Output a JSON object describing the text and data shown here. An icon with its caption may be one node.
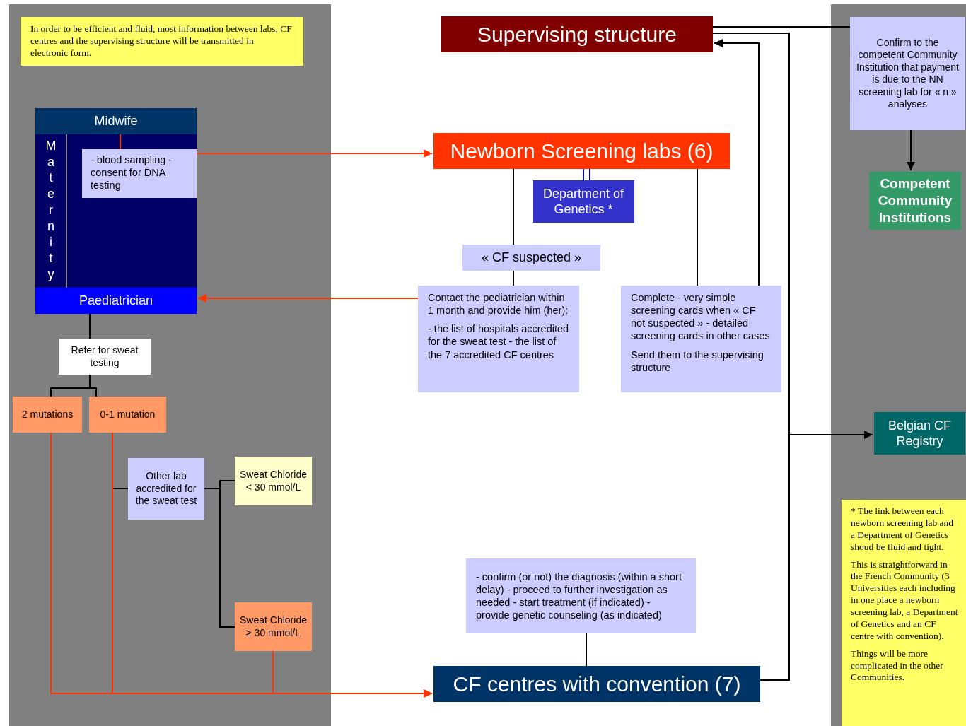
{
  "diagram": {
    "nodes": [
      {
        "text": [
          "In order to be efficient and fluid, most information between labs, CF centres and the supervising structure will be transmitted in electronic form."
        ]
      },
      {
        "text": [
          "Supervising structure"
        ]
      },
      {
        "text": [
          "Confirm to the competent Community Institution that payment is due to the NN screening lab for « n » analyses"
        ]
      },
      {
        "text": [
          "Maternity"
        ]
      },
      {
        "text": [
          "Midwife"
        ],
        "in": 3
      },
      {
        "text": [
          "- blood sampling - consent for DNA testing"
        ],
        "in": 3
      },
      {
        "text": [
          "Newborn Screening labs (6)"
        ]
      },
      {
        "text": [
          "Department of Genetics *"
        ]
      },
      {
        "text": [
          "Competent Community Institutions"
        ]
      },
      {
        "text": [
          "« CF suspected »"
        ]
      },
      {
        "text": [
          "Paediatrician"
        ],
        "in": 3
      },
      {
        "text": [
          "Contact the pediatrician within 1 month and provide him (her):",
          "- the list of hospitals accredited for the sweat test - the list of the 7 accredited CF centres"
        ]
      },
      {
        "text": [
          "Complete - very simple screening cards when « CF not suspected » - detailed screening cards in other cases",
          "Send them to the supervising structure"
        ]
      },
      {
        "text": [
          "Refer for sweat testing"
        ]
      },
      {
        "text": [
          "2 mutations"
        ]
      },
      {
        "text": [
          "0-1 mutation"
        ]
      },
      {
        "text": [
          "Belgian CF Registry"
        ]
      },
      {
        "text": [
          "Other lab accredited for the sweat test"
        ]
      },
      {
        "text": [
          "Sweat Chloride < 30 mmol/L"
        ]
      },
      {
        "text": [
          "* The link between each newborn screening lab and a Department of Genetics shoud be fluid and tight.",
          "This is straightforward in the French Community (3 Universities each including in one place a newborn screening lab, a Department of Genetics and an CF centre with convention).",
          "Things will be more complicated in the other Communities."
        ]
      },
      {
        "text": [
          "- confirm (or not) the diagnosis (within a short delay) - proceed to further investigation as needed - start treatment (if indicated) - provide genetic counseling (as indicated)"
        ]
      },
      {
        "text": [
          "Sweat Chloride ≥ 30 mmol/L"
        ]
      },
      {
        "text": [
          "CF centres with convention (7)"
        ]
      }
    ],
    "edges": [
      {
        "from": 4,
        "to": 5,
        "arrow": "none",
        "color": "#ff3300"
      },
      {
        "from": 5,
        "to": 6,
        "arrow": "to",
        "color": "#ff3300"
      },
      {
        "from": 6,
        "to": 7,
        "arrow": "none",
        "color": "#0000cc"
      },
      {
        "from": 6,
        "to": 9,
        "arrow": "none"
      },
      {
        "from": 9,
        "to": 11,
        "arrow": "none"
      },
      {
        "from": 11,
        "to": 10,
        "arrow": "to",
        "color": "#ff3300"
      },
      {
        "from": 6,
        "to": 12,
        "arrow": "none"
      },
      {
        "from": 12,
        "to": 1,
        "arrow": "to"
      },
      {
        "from": 1,
        "to": 2,
        "arrow": "none"
      },
      {
        "from": 2,
        "to": 8,
        "arrow": "to"
      },
      {
        "from": 1,
        "to": 22,
        "arrow": "none"
      },
      {
        "from": 22,
        "to": 16,
        "arrow": "to"
      },
      {
        "from": 10,
        "to": 13,
        "arrow": "none"
      },
      {
        "from": 13,
        "to": 14,
        "arrow": "none"
      },
      {
        "from": 13,
        "to": 15,
        "arrow": "none"
      },
      {
        "from": 15,
        "to": 17,
        "arrow": "none"
      },
      {
        "from": 17,
        "to": 18,
        "arrow": "none"
      },
      {
        "from": 17,
        "to": 21,
        "arrow": "none"
      },
      {
        "from": 14,
        "to": 22,
        "arrow": "to",
        "color": "#ff3300"
      },
      {
        "from": 15,
        "to": 22,
        "arrow": "to",
        "color": "#ff3300"
      },
      {
        "from": 21,
        "to": 22,
        "arrow": "to",
        "color": "#ff3300"
      },
      {
        "from": 20,
        "to": 22,
        "arrow": "none"
      }
    ]
  }
}
